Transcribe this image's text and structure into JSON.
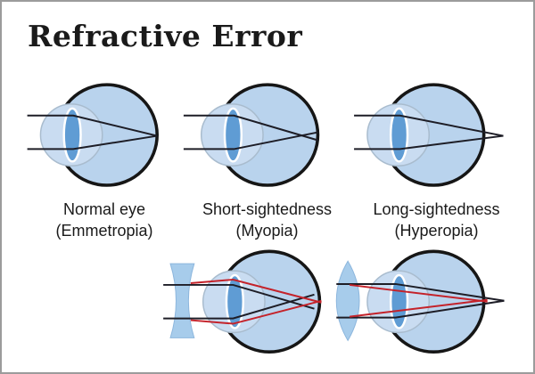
{
  "title": "Refractive Error",
  "figures": {
    "top": [
      {
        "name": "Normal eye",
        "sub": "(Emmetropia)"
      },
      {
        "name": "Short-sightedness",
        "sub": "(Myopia)"
      },
      {
        "name": "Long-sightedness",
        "sub": "(Hyperopia)"
      }
    ]
  },
  "colors": {
    "background": "#ffffff",
    "frame_border": "#9b9b9b",
    "text": "#1a1a1a",
    "eyeball_fill": "#b9d3ed",
    "cornea_fill": "#c9dcf1",
    "cornea_stroke": "#a9bcce",
    "lens_fill": "#5f9cd4",
    "lens_stroke": "#ffffff",
    "eye_outline": "#161616",
    "ray_black": "#1d1d26",
    "ray_red": "#c4222a",
    "corrective_lens_fill": "#a7cceb",
    "corrective_lens_stroke": "#8cb6dd"
  }
}
